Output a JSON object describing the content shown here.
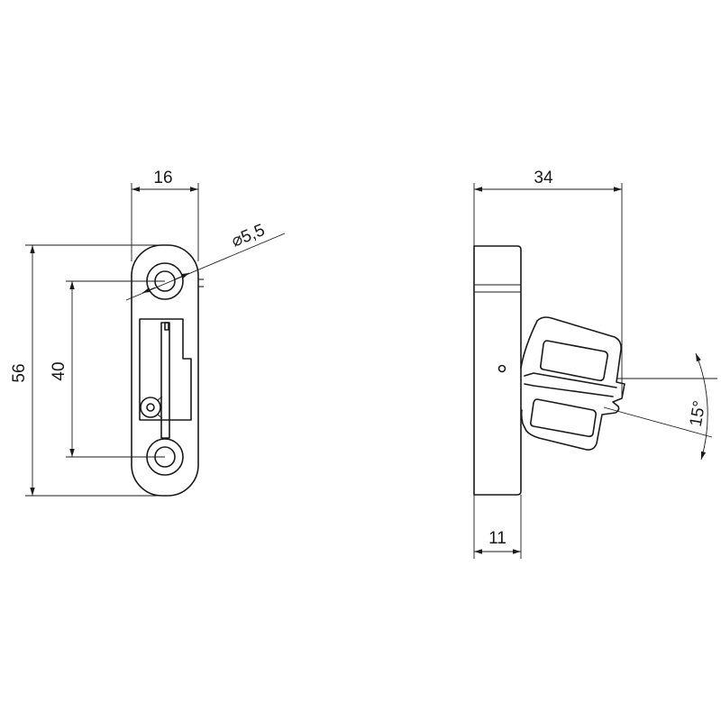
{
  "dimensions": {
    "front_width": "16",
    "front_height": "56",
    "hole_spacing": "40",
    "hole_diameter": "⌀5,5",
    "side_depth": "34",
    "side_base": "11",
    "angle": "15°"
  }
}
